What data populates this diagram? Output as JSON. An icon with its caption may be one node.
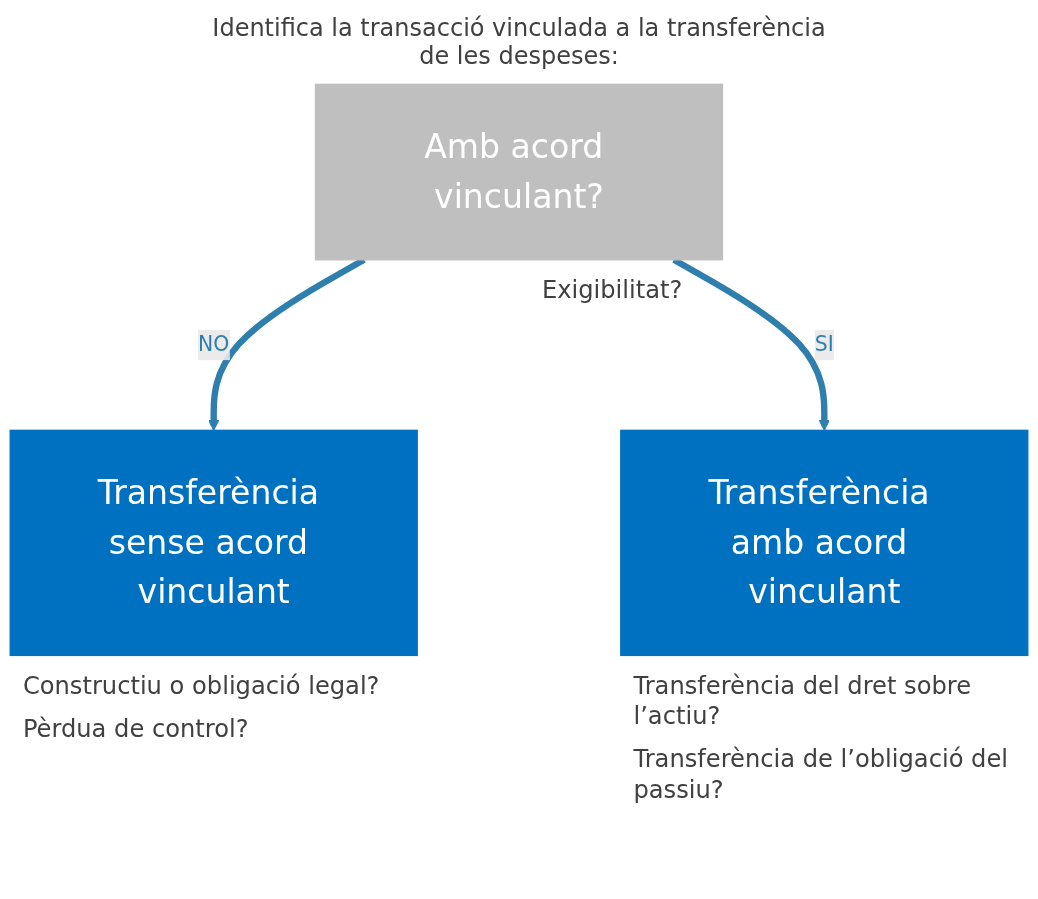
{
  "diagram": {
    "title": "Identifica la transacció vinculada a la transferència de les despeses:",
    "nodes": [
      {
        "text": [
          "Amb acord vinculant?"
        ],
        "beside": [
          "Exigibilitat?"
        ]
      },
      {
        "text": [
          "Transferència sense acord vinculant"
        ],
        "beside": [
          "Constructiu o obligació legal?",
          "Pèrdua de control?"
        ]
      },
      {
        "text": [
          "Transferència amb acord vinculant"
        ],
        "beside": [
          "Transferència del dret sobre l’actiu?",
          "Transferència de l’obligació del passiu?"
        ]
      }
    ],
    "edges": [
      {
        "from": 0,
        "to": 1,
        "arrow": "to",
        "label": "NO"
      },
      {
        "from": 0,
        "to": 2,
        "arrow": "to",
        "label": "SI"
      }
    ]
  }
}
